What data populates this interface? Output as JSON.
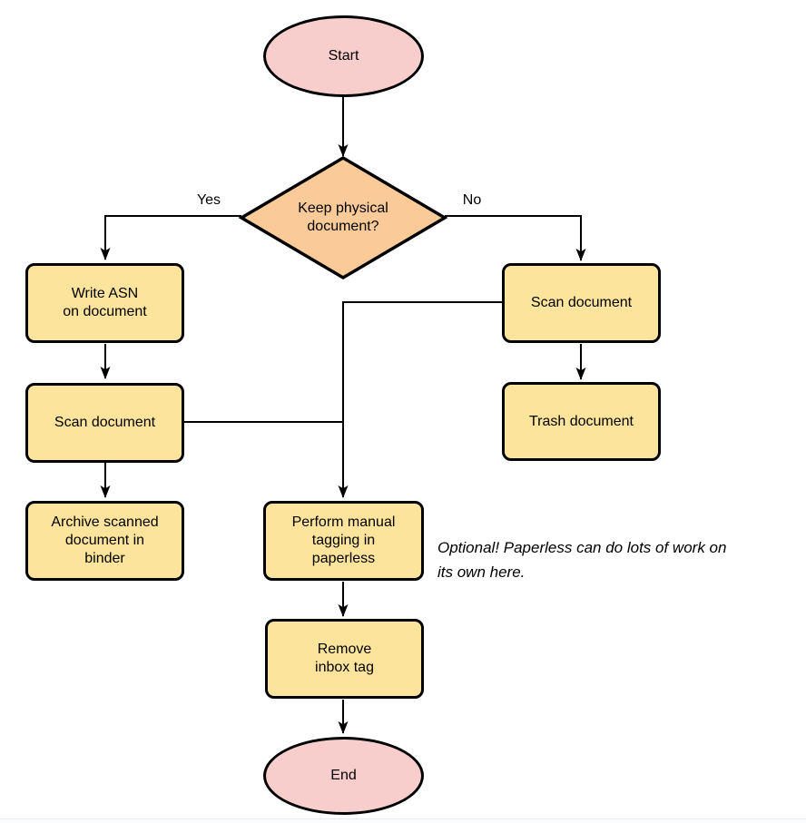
{
  "diagram": {
    "nodes": {
      "start": {
        "label": "Start",
        "type": "terminator"
      },
      "decision": {
        "label": "Keep physical\ndocument?",
        "type": "decision"
      },
      "write_asn": {
        "label": "Write ASN\non document",
        "type": "process"
      },
      "scan_left": {
        "label": "Scan document",
        "type": "process"
      },
      "archive": {
        "label": "Archive scanned\ndocument in\nbinder",
        "type": "process"
      },
      "scan_right": {
        "label": "Scan document",
        "type": "process"
      },
      "trash": {
        "label": "Trash document",
        "type": "process"
      },
      "tagging": {
        "label": "Perform manual\ntagging in\npaperless",
        "type": "process"
      },
      "remove_inbox": {
        "label": "Remove\ninbox tag",
        "type": "process"
      },
      "end": {
        "label": "End",
        "type": "terminator"
      }
    },
    "edge_labels": {
      "yes": "Yes",
      "no": "No"
    },
    "annotation": "Optional! Paperless can do lots of work on\nits own here.",
    "colors": {
      "terminator_fill": "#F8CECC",
      "decision_fill": "#FACB99",
      "process_fill": "#FDE49C",
      "stroke": "#000000"
    }
  }
}
